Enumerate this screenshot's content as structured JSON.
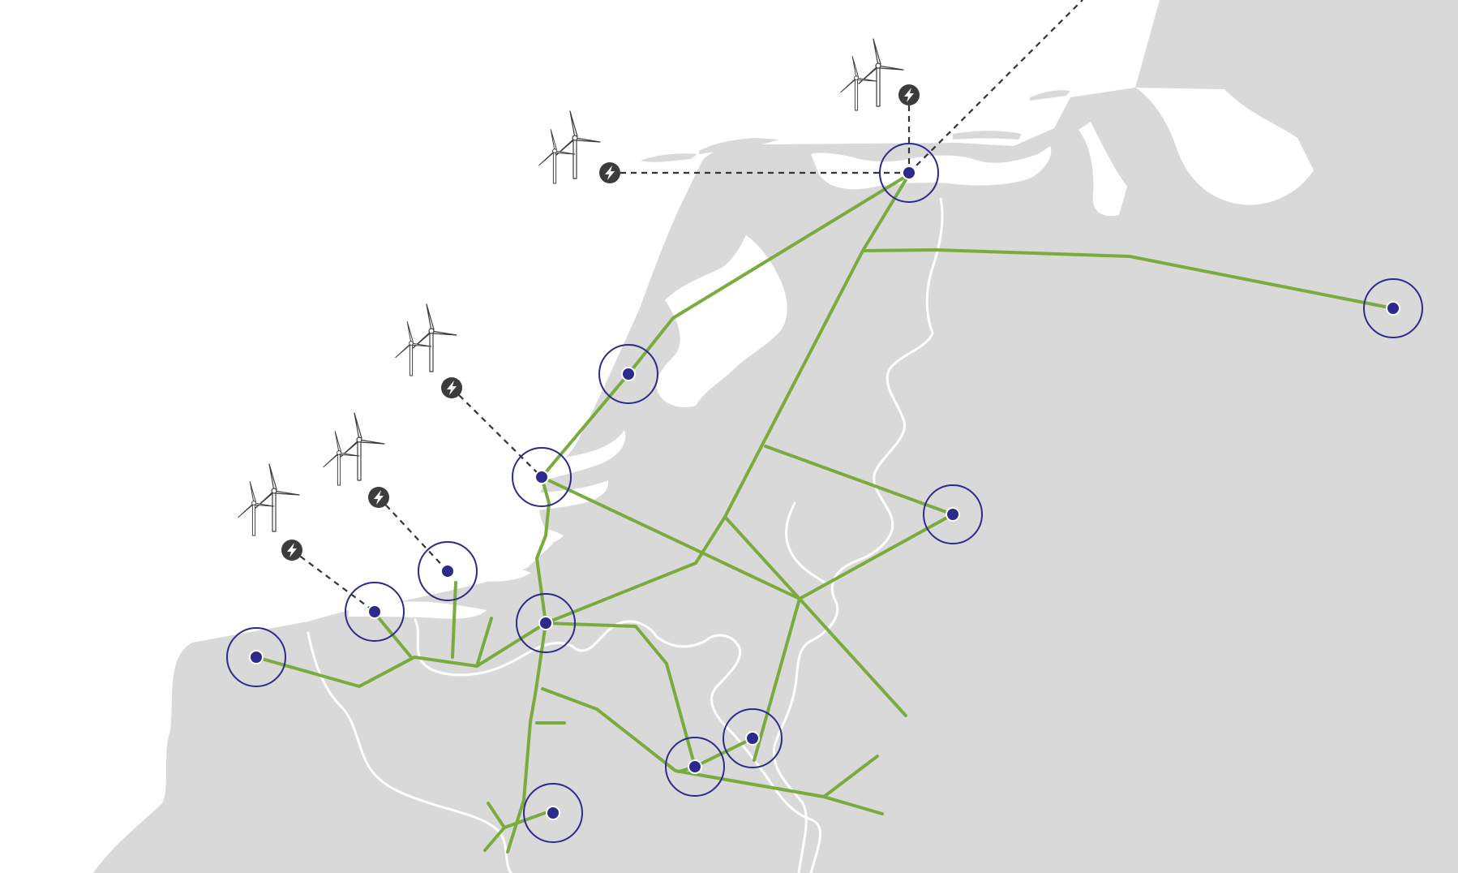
{
  "map": {
    "colors": {
      "background": "#ffffff",
      "land": "#d9d9d9",
      "border": "#ffffff",
      "grid_line": "#7aab3e",
      "station_ring": "#2c2a8c",
      "station_dot": "#2c2a8c",
      "cable": "#333333",
      "bolt_badge": "#3c3c3c"
    },
    "legend": null,
    "icons": {
      "offshore_wind": "wind-turbine-icon",
      "landing_point": "lightning-bolt-icon",
      "substation": "substation-node"
    },
    "offshore_wind_farms": [
      {
        "id": "wind-farm-1",
        "icon": "wind-turbine-pair"
      },
      {
        "id": "wind-farm-2",
        "icon": "wind-turbine-pair"
      },
      {
        "id": "wind-farm-3",
        "icon": "wind-turbine-pair"
      },
      {
        "id": "wind-farm-4",
        "icon": "wind-turbine-pair"
      },
      {
        "id": "wind-farm-5",
        "icon": "wind-turbine-pair"
      }
    ],
    "substation_count": 12,
    "labels": []
  }
}
